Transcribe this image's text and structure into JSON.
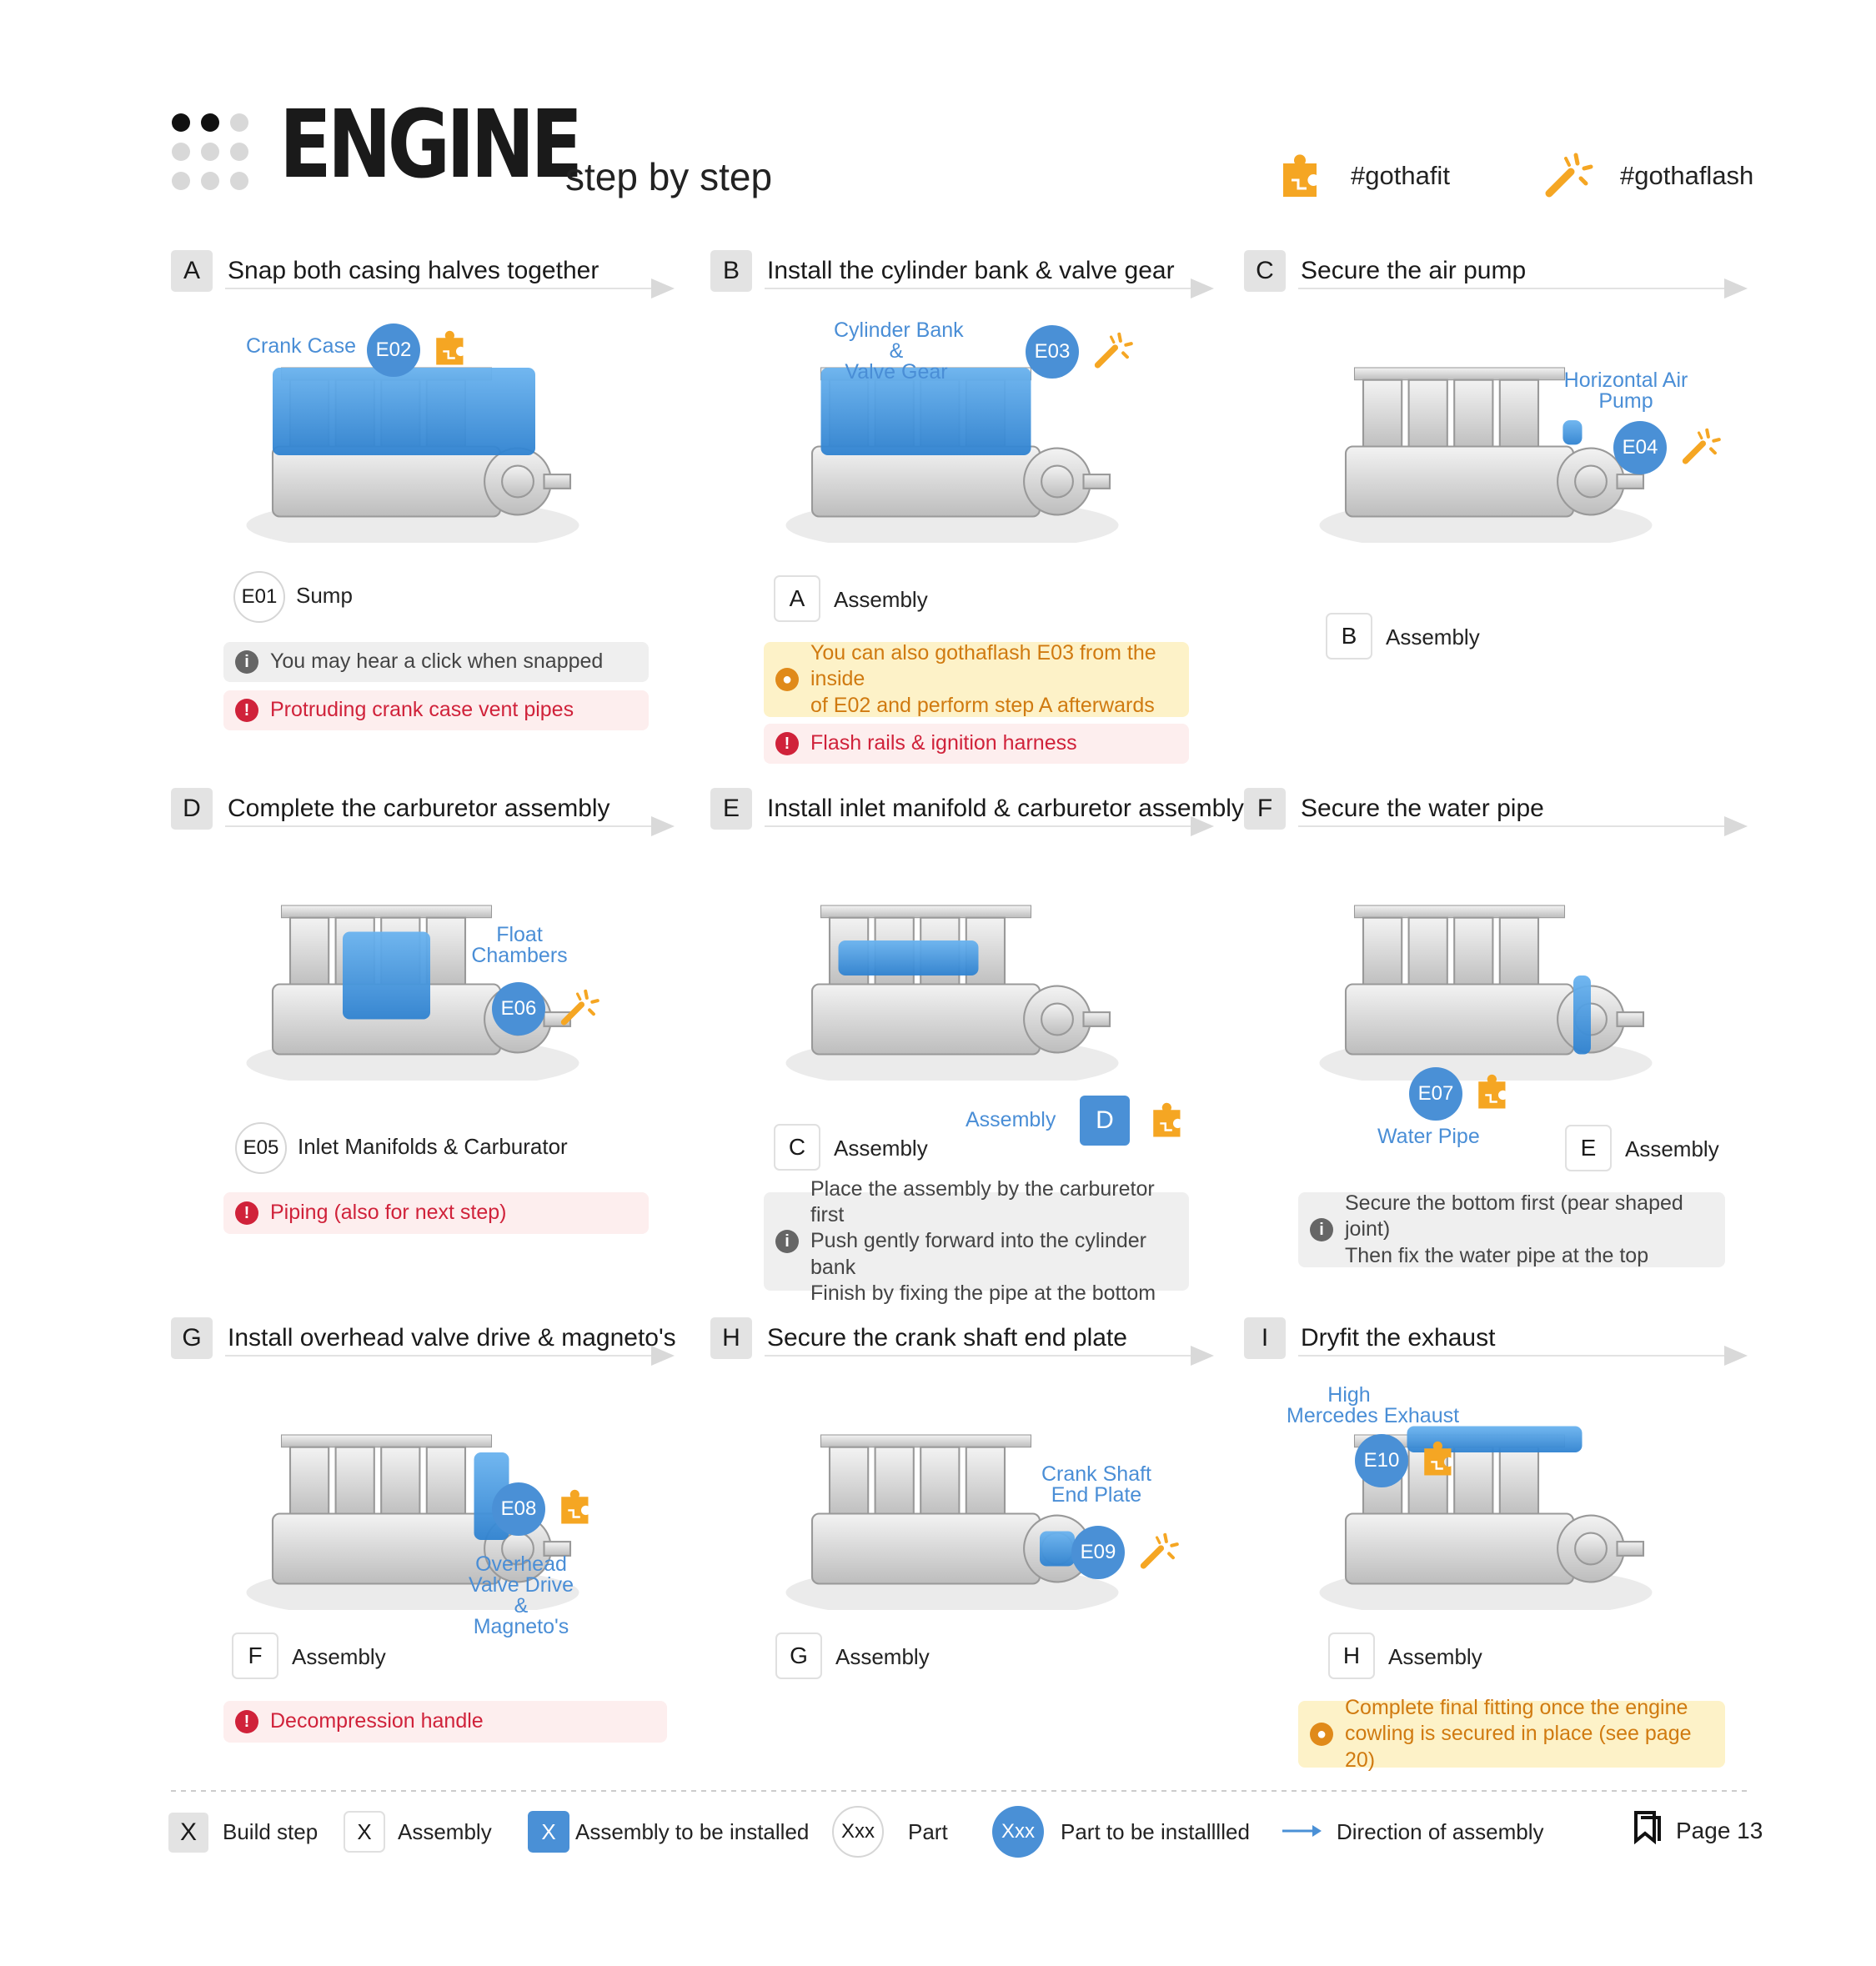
{
  "header": {
    "title": "ENGINE",
    "subtitle": "step by step",
    "tag_fit": "#gothafit",
    "tag_flash": "#gothaflash"
  },
  "steps": [
    {
      "letter": "A",
      "title": "Snap both casing halves together",
      "part_label": "Crank Case",
      "part_code": "E02",
      "method": "gothafit",
      "base_code": "E01",
      "base_label": "Sump",
      "info": "You may hear a click when snapped",
      "warn": "Protruding crank case vent pipes"
    },
    {
      "letter": "B",
      "title": "Install the cylinder bank & valve gear",
      "part_label_1": "Cylinder Bank",
      "part_label_2": "&",
      "part_label_3": "Valve Gear",
      "part_code": "E03",
      "method": "gothaflash",
      "base_code": "A",
      "base_label": "Assembly",
      "tip_1": "You can also gothaflash E03 from the inside",
      "tip_2": "of E02 and perform step A afterwards",
      "warn": "Flash rails & ignition harness"
    },
    {
      "letter": "C",
      "title": "Secure the air pump",
      "part_label_1": "Horizontal Air",
      "part_label_2": "Pump",
      "part_code": "E04",
      "method": "gothaflash",
      "base_code": "B",
      "base_label": "Assembly"
    },
    {
      "letter": "D",
      "title": "Complete the carburetor assembly",
      "part_label_1": "Float",
      "part_label_2": "Chambers",
      "part_code": "E06",
      "method": "gothaflash",
      "base_code": "E05",
      "base_label": "Inlet Manifolds & Carburator",
      "warn": "Piping (also for next step)"
    },
    {
      "letter": "E",
      "title": "Install inlet manifold & carburetor assembly",
      "part_label": "Assembly",
      "part_code": "D",
      "method": "gothafit",
      "base_code": "C",
      "base_label": "Assembly",
      "info_1": "Place the assembly by the carburetor first",
      "info_2": "Push gently forward into the cylinder bank",
      "info_3": "Finish by fixing the pipe at the bottom"
    },
    {
      "letter": "F",
      "title": "Secure the water pipe",
      "part_label": "Water Pipe",
      "part_code": "E07",
      "method": "gothafit",
      "base_code": "E",
      "base_label": "Assembly",
      "info_1": "Secure the bottom first (pear shaped joint)",
      "info_2": "Then fix the water pipe at the top"
    },
    {
      "letter": "G",
      "title": "Install overhead valve drive & magneto's",
      "part_label_1": "Overhead",
      "part_label_2": "Valve Drive",
      "part_label_3": "&",
      "part_label_4": "Magneto's",
      "part_code": "E08",
      "method": "gothafit",
      "base_code": "F",
      "base_label": "Assembly",
      "warn": "Decompression handle"
    },
    {
      "letter": "H",
      "title": "Secure the crank shaft end plate",
      "part_label_1": "Crank Shaft",
      "part_label_2": "End Plate",
      "part_code": "E09",
      "method": "gothaflash",
      "base_code": "G",
      "base_label": "Assembly"
    },
    {
      "letter": "I",
      "title": "Dryfit the exhaust",
      "part_label_1": "High",
      "part_label_2": "Mercedes Exhaust",
      "part_code": "E10",
      "method": "gothafit",
      "base_code": "H",
      "base_label": "Assembly",
      "tip_1": "Complete final fitting once the engine",
      "tip_2": "cowling is secured in place (see page 20)"
    }
  ],
  "legend": {
    "build_step_sym": "X",
    "build_step": "Build step",
    "assembly_sym": "X",
    "assembly": "Assembly",
    "to_install_sym": "X",
    "to_install": "Assembly to be installed",
    "part_sym": "Xxx",
    "part": "Part",
    "part_install_sym": "Xxx",
    "part_install": "Part to be installlled",
    "direction": "Direction of assembly",
    "page": "Page 13"
  },
  "colors": {
    "accent_blue": "#4a90d6",
    "brand_orange": "#f5a623",
    "warn_red": "#d0223a",
    "tip_orange": "#e08a1a"
  }
}
